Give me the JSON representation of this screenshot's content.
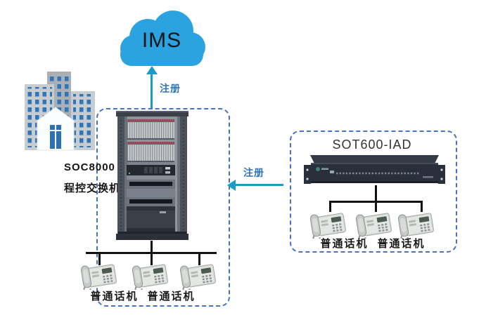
{
  "cloud": {
    "label": "IMS"
  },
  "arrows": {
    "up_register_label": "注册",
    "left_register_label": "注册"
  },
  "left_group": {
    "name_line1": "SOC8000",
    "name_line2": "程控交换机",
    "phone_label_1": "普通话机",
    "phone_label_2": "普通话机"
  },
  "right_group": {
    "title": "SOT600-IAD",
    "phone_label_1": "普通话机",
    "phone_label_2": "普通话机"
  },
  "icons": {
    "cloud": "ims-cloud-icon",
    "building": "office-building-icon",
    "rack": "soc8000-rack-icon",
    "iad_device": "sot600-iad-device-icon",
    "phone": "analog-phone-icon"
  },
  "colors": {
    "cloud_blue": "#2aa3e0",
    "dashed_border_blue": "#4472c4",
    "arrow_teal": "#1a9cc9",
    "register_text_blue": "#2e74b5",
    "connector_black": "#111111",
    "rack_dark": "#3b3f47",
    "device_dark": "#2a303b"
  }
}
